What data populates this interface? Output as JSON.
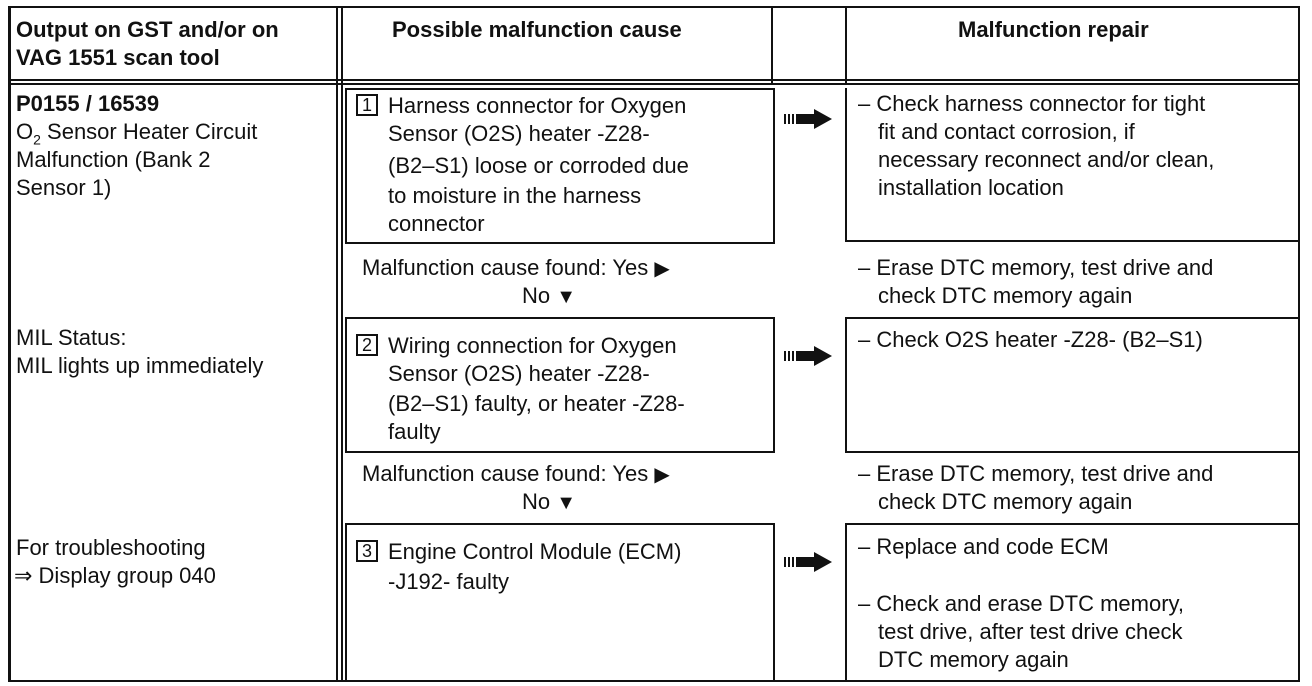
{
  "header": {
    "col1": [
      "Output on GST and/or on",
      "VAG 1551 scan tool"
    ],
    "col2": "Possible malfunction cause",
    "col3": "Malfunction repair"
  },
  "left": {
    "code": "P0155 / 16539",
    "desc": [
      "O",
      "2",
      " Sensor Heater Circuit",
      "Malfunction (Bank 2",
      "Sensor 1)"
    ],
    "mil": [
      "MIL Status:",
      "MIL lights up immediately"
    ],
    "trouble": [
      "For troubleshooting",
      "⇒ Display group 040"
    ]
  },
  "steps": [
    {
      "num": "1",
      "cause": [
        "Harness connector for Oxygen",
        "Sensor (O2S) heater -Z28-",
        "(B2–S1) loose or corroded due",
        "to moisture in the harness",
        "connector"
      ],
      "repair": [
        "– Check harness connector for tight",
        "fit and contact corrosion, if",
        "necessary reconnect and/or clean,",
        "installation location"
      ]
    },
    {
      "num": "2",
      "cause": [
        "Wiring connection for Oxygen",
        "Sensor (O2S) heater -Z28-",
        "(B2–S1) faulty, or heater -Z28-",
        "faulty"
      ],
      "repair": [
        "– Check O2S heater -Z28- (B2–S1)"
      ]
    },
    {
      "num": "3",
      "cause": [
        "Engine Control Module (ECM)",
        "-J192- faulty"
      ],
      "repair": [
        "– Replace and code ECM"
      ],
      "repair2": [
        "– Check and erase DTC memory,",
        "test drive, after test drive check",
        "DTC memory again"
      ]
    }
  ],
  "found": {
    "yes": "Malfunction cause found:  Yes",
    "no": "No",
    "repair": [
      "– Erase DTC memory, test drive and",
      "check DTC memory again"
    ]
  }
}
